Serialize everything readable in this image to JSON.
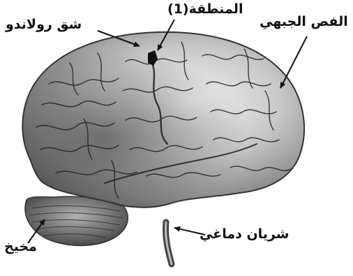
{
  "labels": {
    "central_sulcus": "شق رولاندو",
    "region_1": "المنطقة(1)",
    "frontal_lobe": "الفص الجبهي",
    "cerebral_artery": "شريان دماغي",
    "cerebellum": "مخيخ"
  },
  "colors": {
    "ink": "#111111",
    "brain_shade": "#7f7f7f",
    "brain_light": "#e6e6e6",
    "background": "#ffffff"
  }
}
